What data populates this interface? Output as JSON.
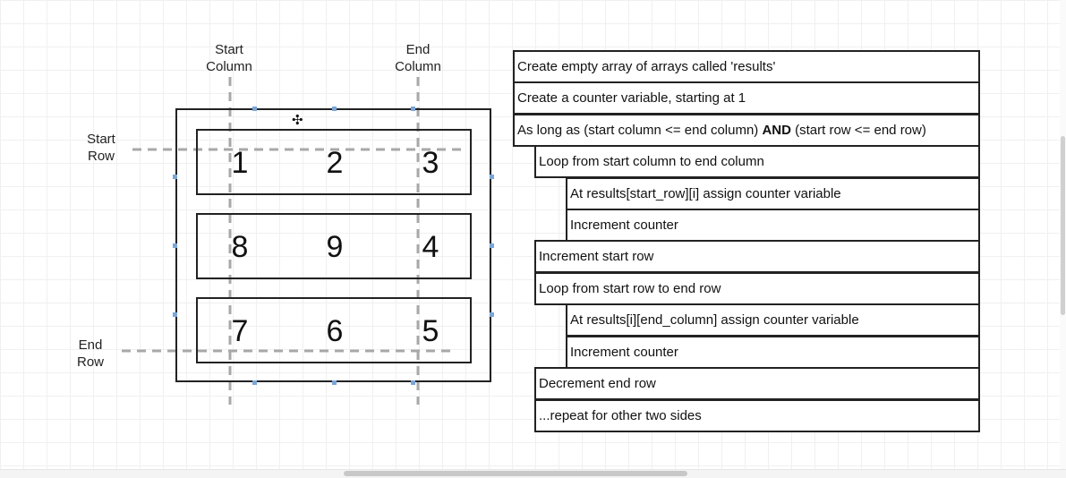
{
  "labels": {
    "start_column": "Start\nColumn",
    "end_column": "End\nColumn",
    "start_row": "Start\nRow",
    "end_row": "End\nRow"
  },
  "matrix": {
    "rows": [
      [
        "1",
        "2",
        "3"
      ],
      [
        "8",
        "9",
        "4"
      ],
      [
        "7",
        "6",
        "5"
      ]
    ]
  },
  "steps": [
    {
      "text": "Create empty array of arrays called 'results'",
      "level": 0
    },
    {
      "text": "Create a counter variable, starting at 1",
      "level": 0
    },
    {
      "text_before": "As long as (start column <= end column) ",
      "bold": "AND",
      "text_after": " (start row <= end row)",
      "level": 0
    },
    {
      "text": "Loop from start column to end column",
      "level": 1
    },
    {
      "text": "At results[start_row][i] assign counter variable",
      "level": 2
    },
    {
      "text": "Increment counter",
      "level": 2
    },
    {
      "text": "Increment start row",
      "level": 1
    },
    {
      "text": "Loop from start row to end row",
      "level": 1
    },
    {
      "text": "At results[i][end_column] assign counter variable",
      "level": 2
    },
    {
      "text": "Increment counter",
      "level": 2
    },
    {
      "text": "Decrement end row",
      "level": 1
    },
    {
      "text": "...repeat for other two sides",
      "level": 1
    }
  ],
  "icons": {
    "move_cursor": "move-cursor-icon"
  },
  "colors": {
    "stroke": "#222222",
    "dashed": "#a8a8a8",
    "handle": "#7aa6d8",
    "grid": "#f0f0f0"
  }
}
